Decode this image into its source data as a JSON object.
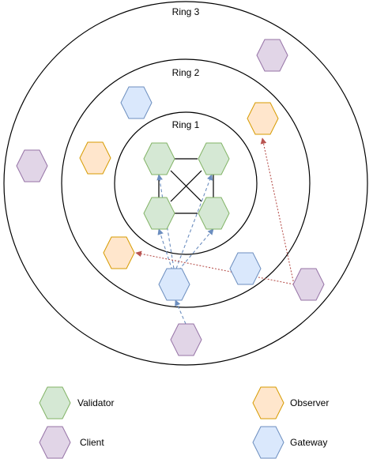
{
  "rings": [
    "Ring 3",
    "Ring 2",
    "Ring 1"
  ],
  "node_types": {
    "validator": {
      "fill": "#d5e8d4",
      "stroke": "#82b366"
    },
    "observer": {
      "fill": "#ffe6cc",
      "stroke": "#d79b00"
    },
    "client": {
      "fill": "#e1d5e7",
      "stroke": "#9673a6"
    },
    "gateway": {
      "fill": "#dae8fc",
      "stroke": "#6c8ebf"
    }
  },
  "connection_colors": {
    "gateway": "#6c8ebf",
    "observer": "#b85450"
  },
  "legend": {
    "validator": "Validator",
    "observer": "Observer",
    "client": "Client",
    "gateway": "Gateway"
  }
}
